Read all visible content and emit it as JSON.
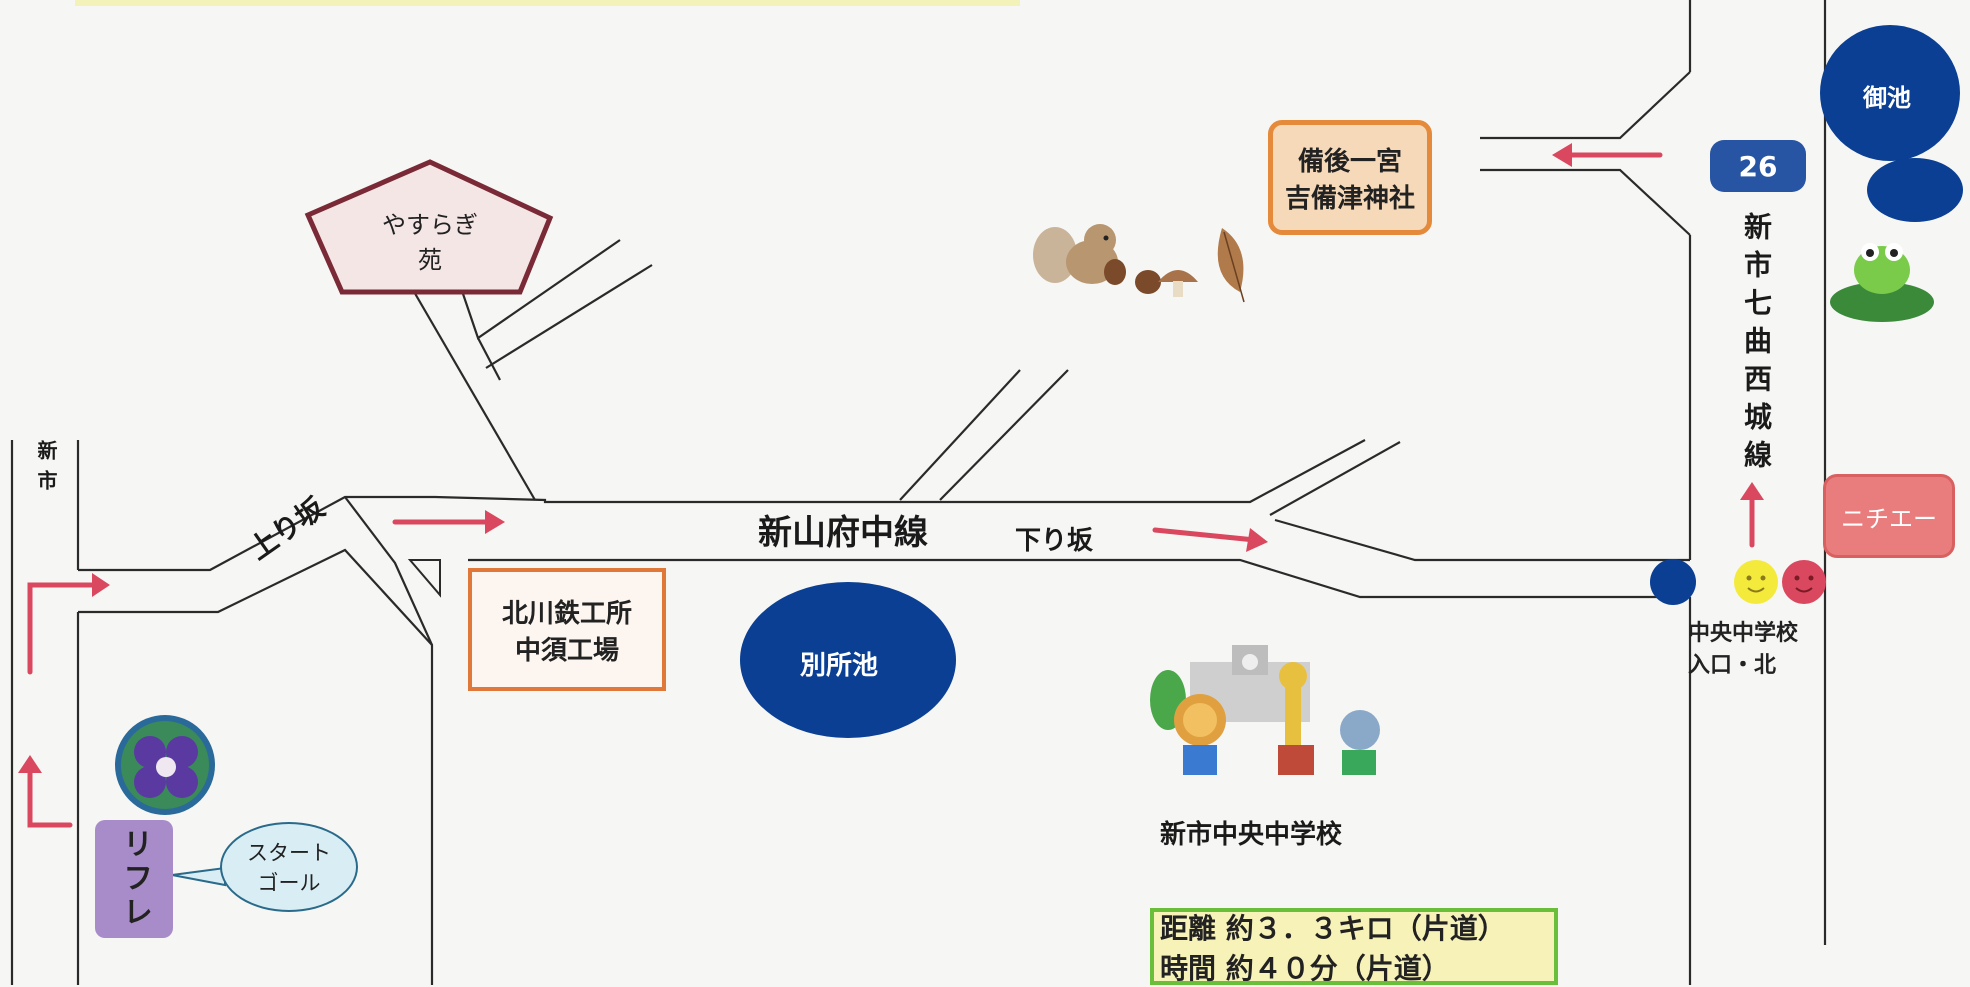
{
  "map": {
    "left_road_label": "新市",
    "right_road_label": "新市七曲西城線",
    "main_road_label": "新山府中線",
    "uphill_label": "上り坂",
    "downhill_label": "下り坂",
    "route_number": "26",
    "landmarks": {
      "yasuragi": [
        "やすらぎ",
        "苑"
      ],
      "kibitsu_shrine": [
        "備後一宮",
        "吉備津神社"
      ],
      "kitagawa_factory": [
        "北川鉄工所",
        "中須工場"
      ],
      "bessho_pond": "別所池",
      "mi_pond": "御池",
      "school": "新市中央中学校",
      "school_gate": [
        "中央中学校",
        "入口・北"
      ],
      "nichie": "ニチエー",
      "refure": "リフレ",
      "start_goal": [
        "スタート",
        "ゴール"
      ]
    },
    "info": {
      "distance": "距離 約３．３キロ（片道）",
      "time": "時間 約４０分（片道）"
    },
    "colors": {
      "route_arrow": "#d9485f",
      "pond": "#0a3f93",
      "yasuragi_border": "#7a2a36",
      "shrine_border": "#e58a3a",
      "factory_border": "#e0783a",
      "refure_fill": "#a88cc9",
      "nichie_fill": "#e97d7d",
      "info_border": "#6abf3a"
    },
    "icons": [
      "squirrel-icon",
      "acorn-icon",
      "mushroom-icon",
      "leaf-icon",
      "frog-icon",
      "traffic-light-icon",
      "school-animals-icon",
      "flower-icon"
    ]
  }
}
